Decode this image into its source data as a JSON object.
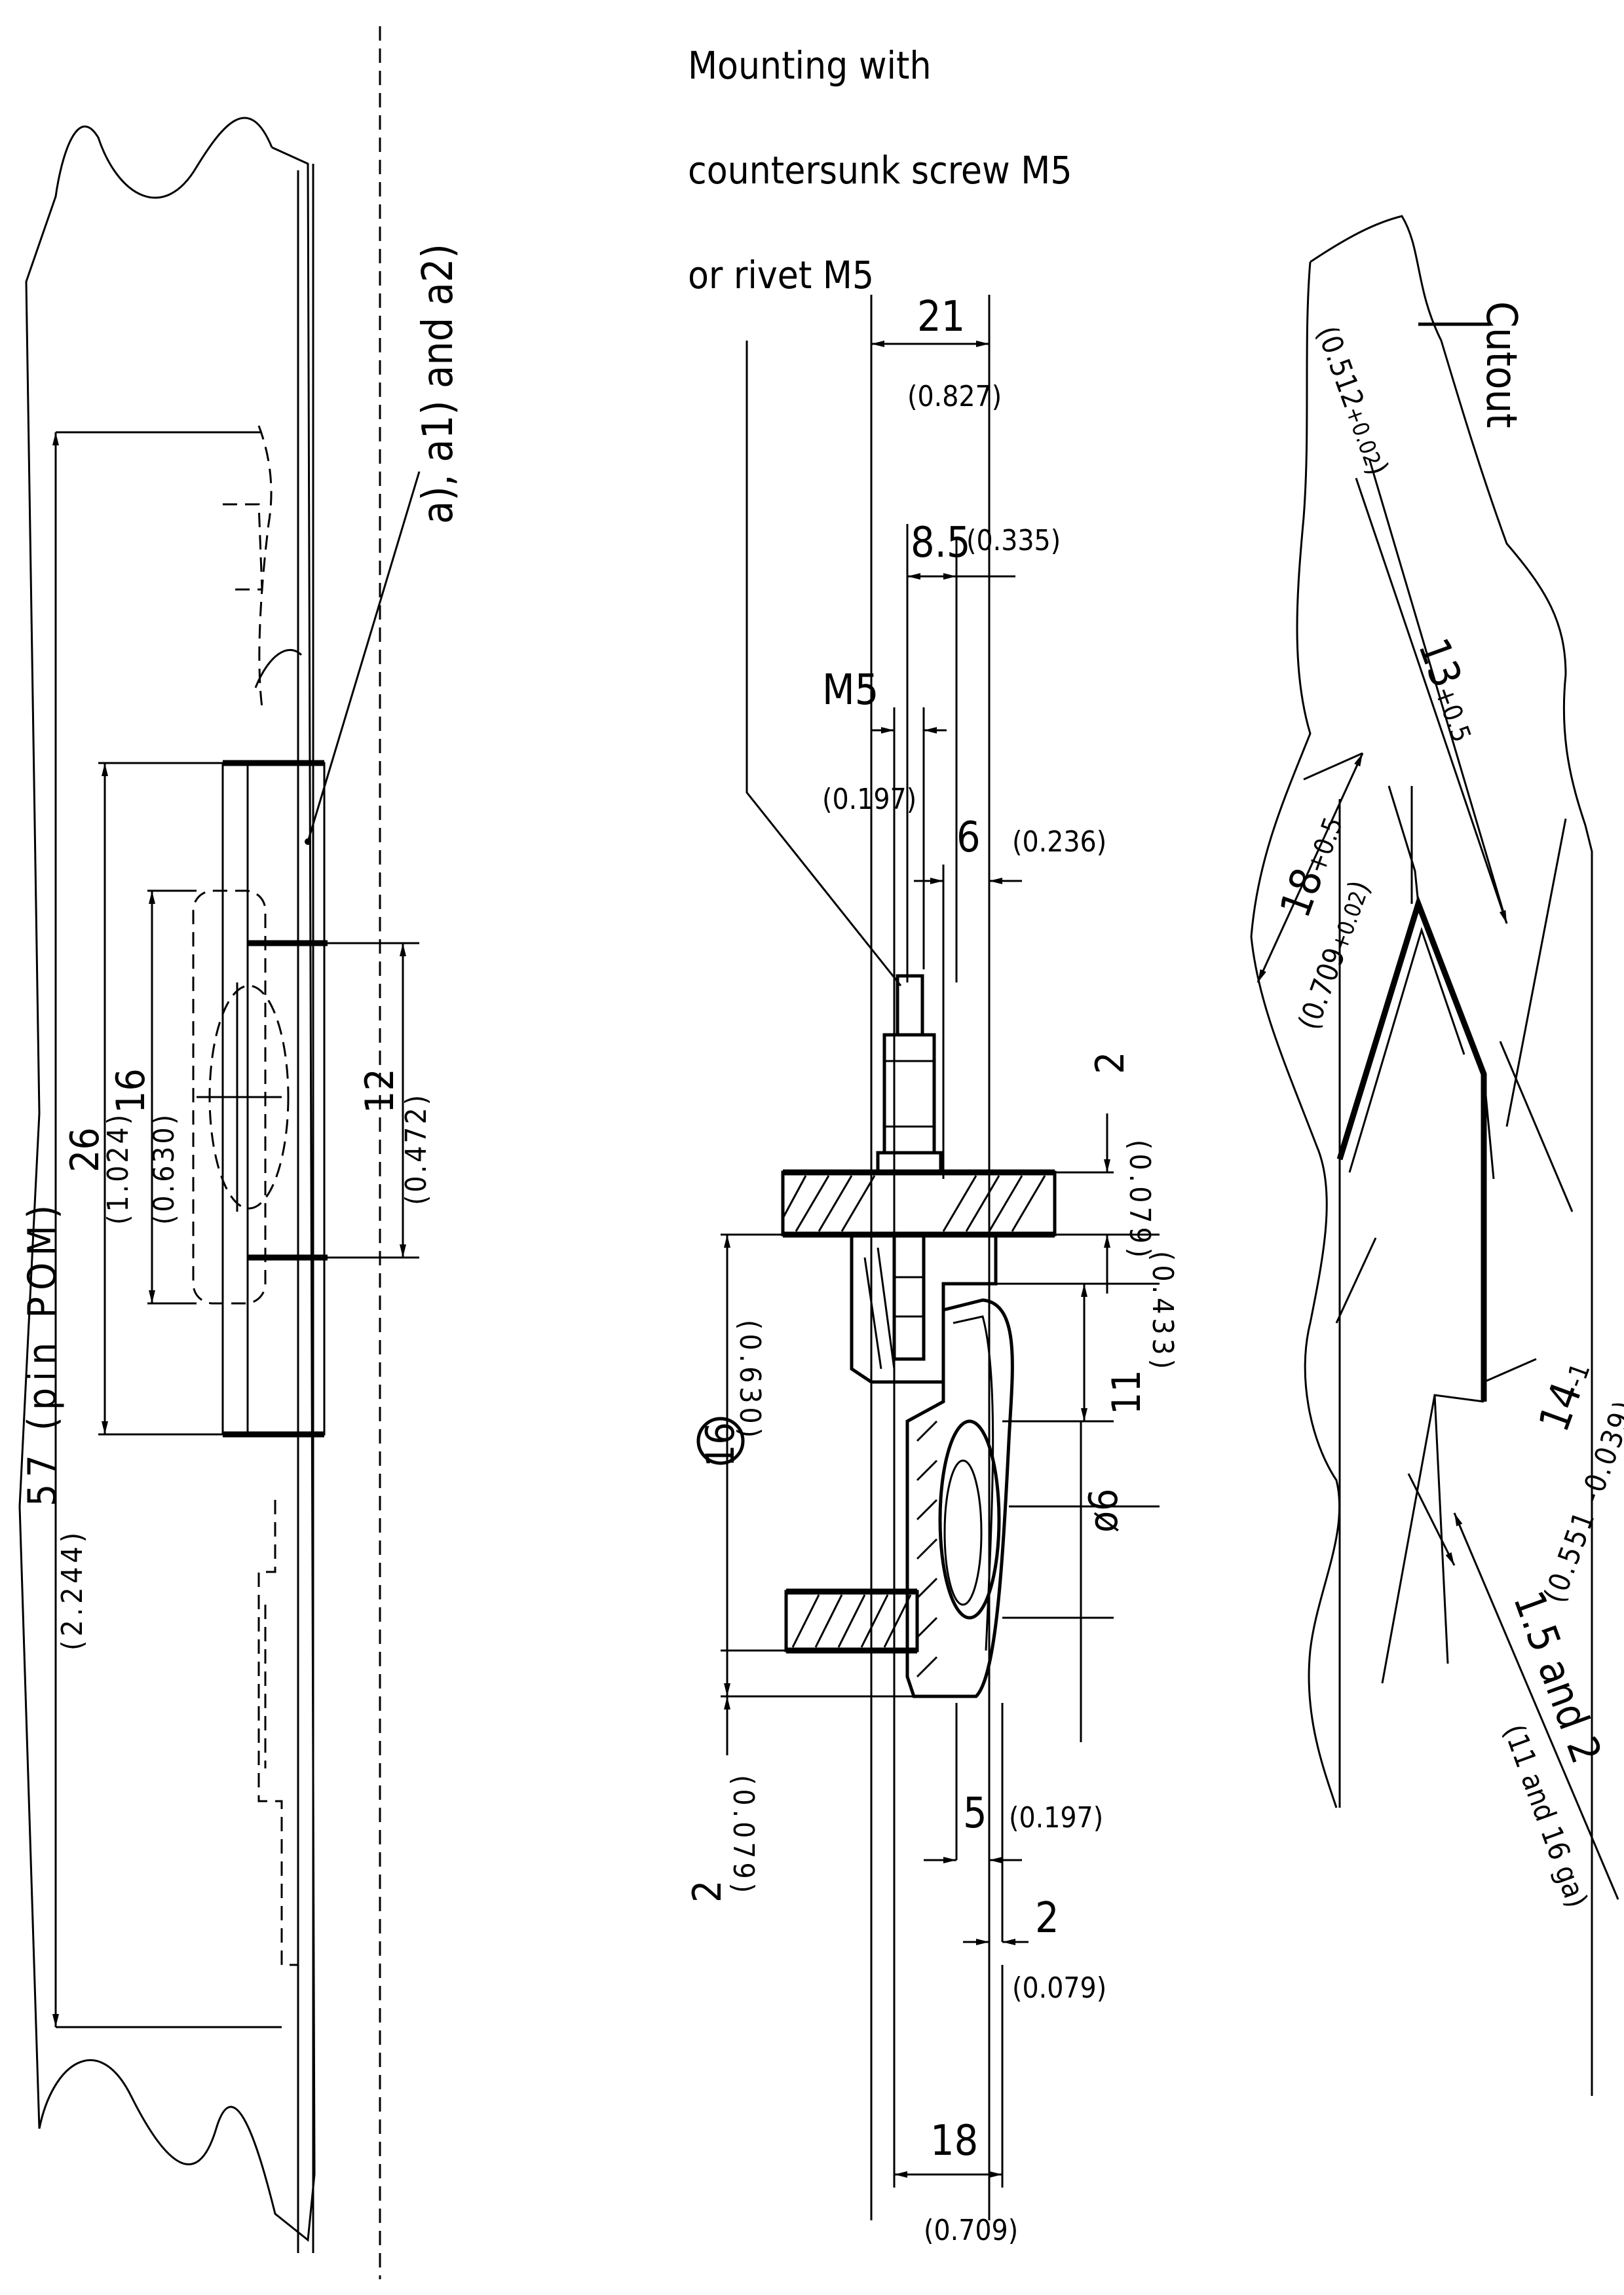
{
  "left_view": {
    "callout": "a), a1) and a2)",
    "dim_57": "57 (pin POM)",
    "dim_57_in": "(2.244)",
    "dim_26": "26",
    "dim_26_in": "(1.024)",
    "dim_16": "16",
    "dim_16_in": "(0.630)",
    "dim_12": "12",
    "dim_12_in": "(0.472)"
  },
  "middle_view": {
    "note_line1": "Mounting with",
    "note_line2": "countersunk screw M5",
    "note_line3": "or rivet M5",
    "dim_21": "21",
    "dim_21_in": "(0.827)",
    "dim_8_5": "8.5",
    "dim_8_5_in": "(0.335)",
    "dim_m5": "M5",
    "dim_m5_in": "(0.197)",
    "dim_6": "6",
    "dim_6_in": "(0.236)",
    "dim_2_top": "2",
    "dim_2_top_in": "(0.079)",
    "dim_11": "11",
    "dim_11_in": "(0.433)",
    "dim_phi6": "ø6",
    "dim_16_circled": "16",
    "dim_16_circled_in": "(0.630)",
    "dim_2_left": "2",
    "dim_2_left_in": "(0.079)",
    "dim_5": "5",
    "dim_5_in": "(0.197)",
    "dim_2_bottom": "2",
    "dim_2_bottom_in": "(0.079)",
    "dim_18": "18",
    "dim_18_in": "(0.709)"
  },
  "right_view": {
    "title": "Cutout",
    "dim_0512": "(0.512",
    "dim_0512_tol": "+0.02",
    "dim_0512_close": ")",
    "dim_13": "13",
    "dim_13_tol": "+0.5",
    "dim_18": "18",
    "dim_18_tol": "+0.5",
    "dim_0709": "(0.709",
    "dim_0709_tol": "+0.02",
    "dim_0709_close": ")",
    "dim_14": "14",
    "dim_14_tol": "-1",
    "dim_0551": "(0.551 -0.039)",
    "dim_1_5": "1.5 and 2",
    "dim_1_5_ga": "(11 and 16 ga)"
  }
}
